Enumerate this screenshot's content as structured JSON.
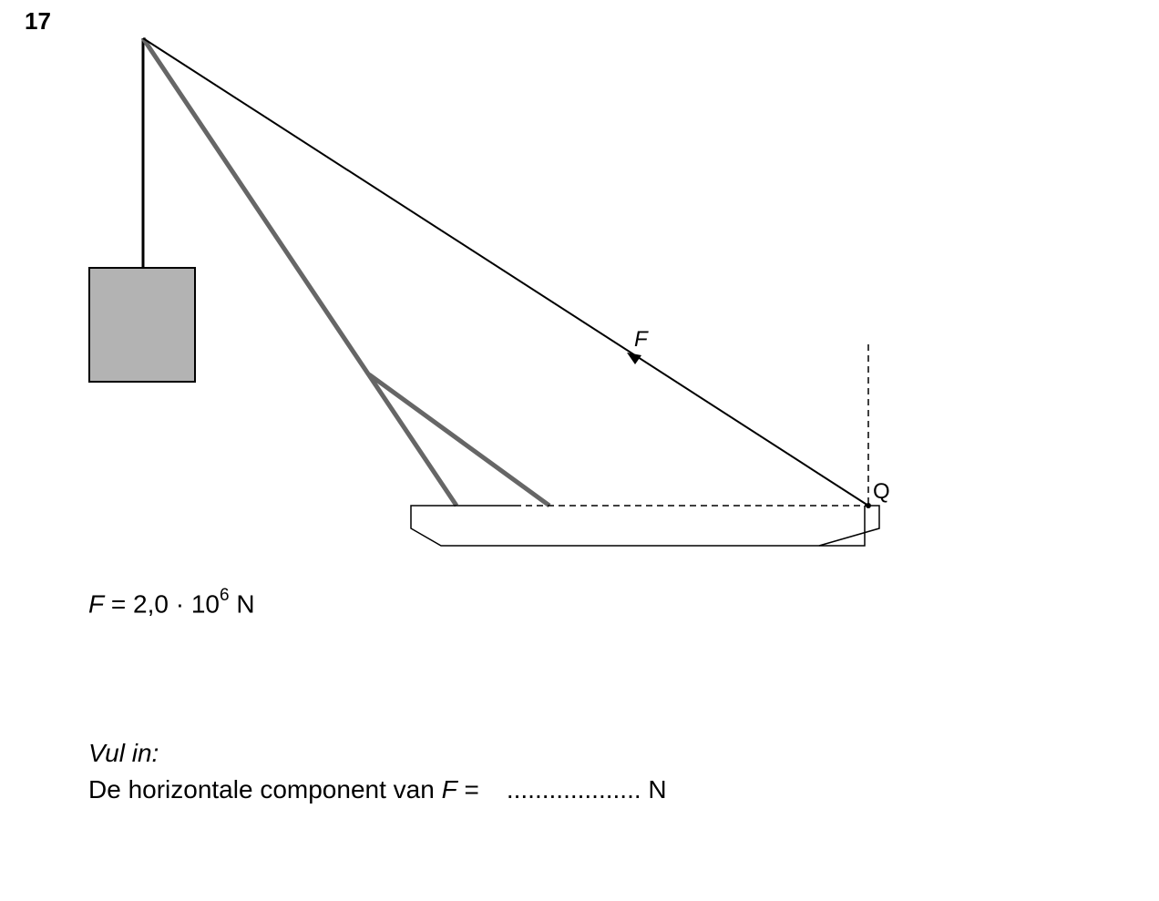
{
  "question_number": "17",
  "diagram": {
    "force_label": "F",
    "point_label": "Q",
    "colors": {
      "line": "#000000",
      "boom": "#666666",
      "load_fill": "#b3b3b3"
    }
  },
  "given": {
    "symbol": "F",
    "equals": " = ",
    "mantissa": "2,0",
    "times": " · ",
    "base": "10",
    "exponent": "6",
    "unit": " N"
  },
  "fill_in": {
    "prompt": "Vul in:",
    "sentence_start": "De horizontale component van ",
    "symbol": "F",
    "equals": " =",
    "blank": "...................",
    "unit": " N"
  }
}
